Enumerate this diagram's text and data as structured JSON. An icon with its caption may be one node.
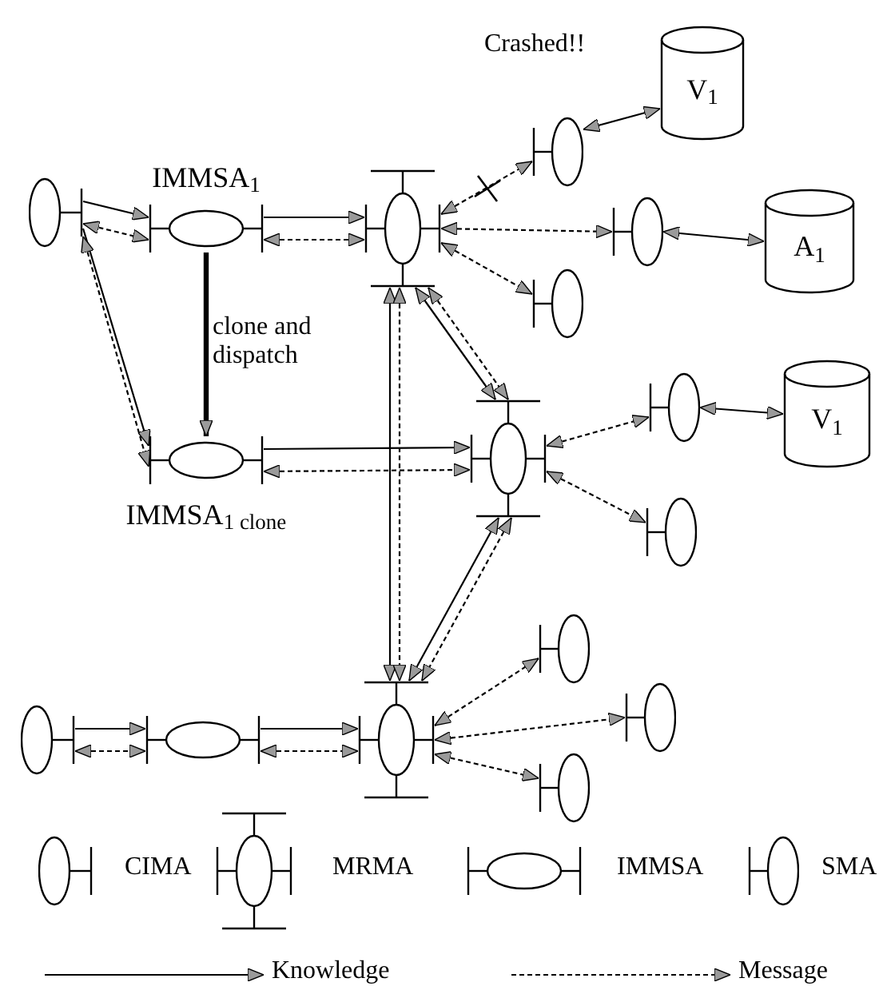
{
  "diagram": {
    "nodes": [
      {
        "text": [],
        "shape": "ellipse"
      },
      {
        "text": [
          "IMMSA$_{1}$"
        ]
      },
      {
        "text": [],
        "shape": "ellipse"
      },
      {
        "text": [],
        "shape": "ellipse"
      },
      {
        "text": [
          "V$_{1}$"
        ]
      },
      {
        "text": [],
        "shape": "ellipse"
      },
      {
        "text": [
          "A$_{1}$"
        ]
      },
      {
        "text": [],
        "shape": "ellipse"
      },
      {
        "text": [
          "IMMSA$_{1 clone}$"
        ]
      },
      {
        "text": [],
        "shape": "ellipse"
      },
      {
        "text": [],
        "shape": "ellipse"
      },
      {
        "text": [
          "V$_{1}$"
        ]
      },
      {
        "text": [],
        "shape": "ellipse"
      },
      {
        "text": [],
        "shape": "ellipse"
      },
      {
        "text": [],
        "shape": "ellipse"
      },
      {
        "text": [],
        "shape": "ellipse"
      },
      {
        "text": [],
        "shape": "ellipse"
      },
      {
        "text": [],
        "shape": "ellipse"
      },
      {
        "text": [],
        "shape": "ellipse"
      }
    ],
    "edges": [
      {
        "from": 0,
        "to": 1,
        "arrow": "to"
      },
      {
        "from": 0,
        "to": 1,
        "arrow": "both",
        "style": "dashed"
      },
      {
        "from": 1,
        "to": 2,
        "arrow": "to"
      },
      {
        "from": 1,
        "to": 2,
        "arrow": "both",
        "style": "dashed"
      },
      {
        "from": 1,
        "to": 8,
        "arrow": "to",
        "style": "thick",
        "label": "clone and dispatch"
      },
      {
        "from": 0,
        "to": 8,
        "arrow": "to"
      },
      {
        "from": 0,
        "to": 8,
        "arrow": "both",
        "style": "dashed"
      },
      {
        "from": 8,
        "to": 9,
        "arrow": "to"
      },
      {
        "from": 8,
        "to": 9,
        "arrow": "both",
        "style": "dashed"
      },
      {
        "from": 2,
        "to": 9,
        "arrow": "both"
      },
      {
        "from": 2,
        "to": 9,
        "arrow": "both",
        "style": "dashed"
      },
      {
        "from": 2,
        "to": 15,
        "arrow": "both"
      },
      {
        "from": 2,
        "to": 15,
        "arrow": "both",
        "style": "dashed"
      },
      {
        "from": 9,
        "to": 15,
        "arrow": "both"
      },
      {
        "from": 9,
        "to": 15,
        "arrow": "both",
        "style": "dashed"
      },
      {
        "from": 2,
        "to": 3,
        "arrow": "both",
        "style": "dashed"
      },
      {
        "from": 2,
        "to": 5,
        "arrow": "both",
        "style": "dashed"
      },
      {
        "from": 2,
        "to": 7,
        "arrow": "both",
        "style": "dashed"
      },
      {
        "from": 3,
        "to": 4,
        "arrow": "both"
      },
      {
        "from": 5,
        "to": 6,
        "arrow": "both"
      },
      {
        "from": 9,
        "to": 10,
        "arrow": "both",
        "style": "dashed"
      },
      {
        "from": 9,
        "to": 12,
        "arrow": "both",
        "style": "dashed"
      },
      {
        "from": 10,
        "to": 11,
        "arrow": "both"
      },
      {
        "from": 13,
        "to": 14,
        "arrow": "to"
      },
      {
        "from": 13,
        "to": 14,
        "arrow": "both",
        "style": "dashed"
      },
      {
        "from": 14,
        "to": 15,
        "arrow": "to"
      },
      {
        "from": 14,
        "to": 15,
        "arrow": "both",
        "style": "dashed"
      },
      {
        "from": 15,
        "to": 16,
        "arrow": "both",
        "style": "dashed"
      },
      {
        "from": 15,
        "to": 17,
        "arrow": "both",
        "style": "dashed"
      },
      {
        "from": 15,
        "to": 18,
        "arrow": "both",
        "style": "dashed"
      }
    ],
    "labels": [
      "Crashed!!"
    ],
    "legend": [
      {
        "text": "CIMA"
      },
      {
        "text": "MRMA"
      },
      {
        "text": "IMMSA"
      },
      {
        "text": "SMA"
      },
      {
        "text": "Knowledge"
      },
      {
        "text": "Message"
      }
    ]
  }
}
